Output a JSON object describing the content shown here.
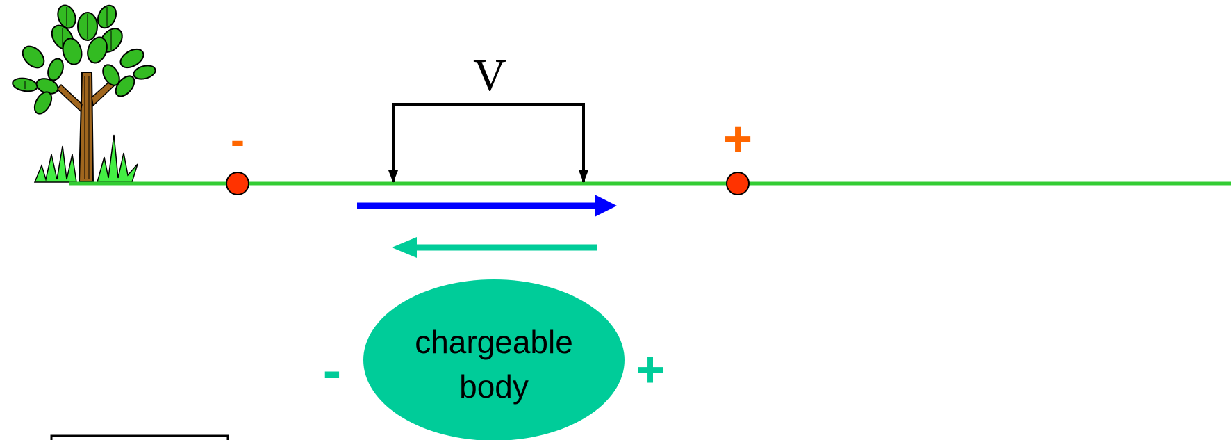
{
  "labels": {
    "voltage": "V",
    "electrode_left_sign": "-",
    "electrode_right_sign": "+",
    "body_text_line1": "chargeable",
    "body_text_line2": "body",
    "body_left_sign": "-",
    "body_right_sign": "+"
  },
  "colors": {
    "ground_line": "#33cc33",
    "electrode_fill": "#ff3300",
    "electrode_sign": "#ff6600",
    "current_arrow": "#0000ff",
    "body_fill": "#00cc99",
    "body_signs": "#00cc99",
    "return_arrow": "#00cc99",
    "voltmeter_wire": "#000000"
  },
  "icons": {
    "tree": "tree-icon",
    "box": "empty-box"
  }
}
